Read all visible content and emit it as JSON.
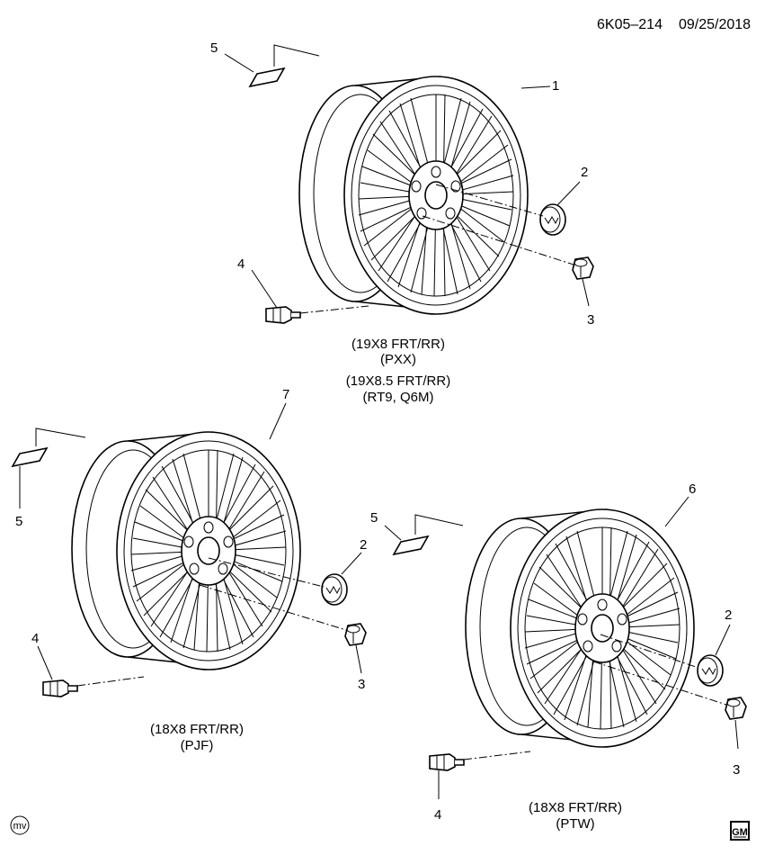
{
  "header": {
    "code": "6K05–214",
    "date": "09/25/2018"
  },
  "wheels": [
    {
      "captions": [
        "(19X8 FRT/RR)",
        "(PXX)",
        "(19X8.5 FRT/RR)",
        "(RT9, Q6M)"
      ],
      "callouts": {
        "wheel": "1",
        "cap": "2",
        "nut": "3",
        "sensor": "4",
        "weight": "5"
      }
    },
    {
      "captions": [
        "(18X8 FRT/RR)",
        "(PJF)"
      ],
      "callouts": {
        "wheel": "7",
        "cap": "2",
        "nut": "3",
        "sensor": "4",
        "weight": "5"
      }
    },
    {
      "captions": [
        "(18X8 FRT/RR)",
        "(PTW)"
      ],
      "callouts": {
        "wheel": "6",
        "cap": "2",
        "nut": "3",
        "sensor": "4",
        "weight": "5"
      }
    }
  ],
  "footer": {
    "artist_mark": "mv",
    "logo_text": "GM"
  }
}
